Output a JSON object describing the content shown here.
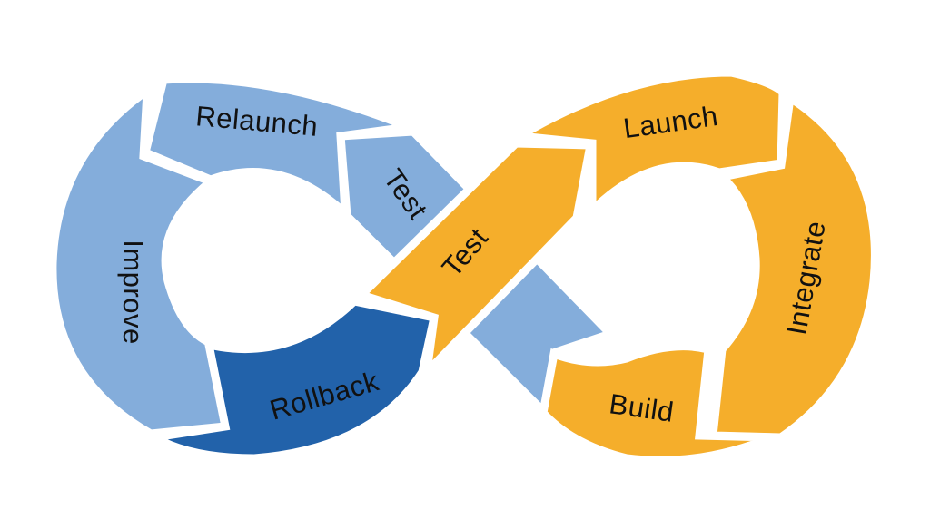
{
  "colors": {
    "light_blue": "#84ADDB",
    "dark_blue": "#2262AA",
    "orange": "#F5AE2B",
    "background": "#FFFFFF",
    "label_text": "#111111"
  },
  "segments": {
    "relaunch": {
      "label": "Relaunch",
      "color": "light_blue"
    },
    "test_left": {
      "label": "Test",
      "color": "light_blue"
    },
    "improve": {
      "label": "Improve",
      "color": "light_blue"
    },
    "rollback": {
      "label": "Rollback",
      "color": "dark_blue"
    },
    "test_center": {
      "label": "Test",
      "color": "orange"
    },
    "launch": {
      "label": "Launch",
      "color": "orange"
    },
    "integrate": {
      "label": "Integrate",
      "color": "orange"
    },
    "build": {
      "label": "Build",
      "color": "orange"
    }
  }
}
